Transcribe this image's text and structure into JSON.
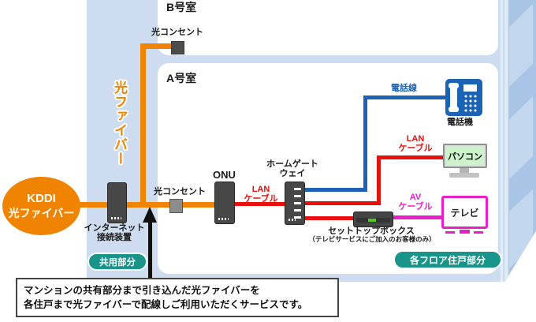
{
  "colors": {
    "orange": "#f08300",
    "red": "#e8100c",
    "blue": "#1b63b8",
    "magenta": "#e820c8",
    "teal": "#18948a",
    "building-face": "#cdddef",
    "building-side": "#a9c5e5",
    "building-side-window": "#c3d7ee",
    "device-dark": "#474747",
    "phone-blue": "#1b63b5",
    "pc-screen-green": "#cdf3cd",
    "led-green": "#55c61c"
  },
  "source": {
    "line1": "KDDI",
    "line2": "光ファイバー"
  },
  "rooms": {
    "b": "B号室",
    "a": "A号室"
  },
  "shaft": {
    "fiber_vertical": "光ファイバー"
  },
  "labels": {
    "outlet_b": "光コンセント",
    "outlet_a": "光コンセント",
    "inet_device": "インターネット\n接続装置",
    "onu": "ONU",
    "home_gateway": "ホームゲート\nウェイ",
    "lan_cable_onu": "LAN\nケーブル",
    "phone_line": "電話線",
    "phone": "電話機",
    "lan_cable_pc": "LAN\nケーブル",
    "pc": "パソコン",
    "av_cable": "AV\nケーブル",
    "tv": "テレビ",
    "stb": "セットトップボックス",
    "stb_note": "（テレビサービスにご加入のお客様のみ）"
  },
  "badges": {
    "shared": "共用部分",
    "per_floor": "各フロア住戸部分"
  },
  "note": {
    "text": "マンションの共有部分まで引き込んだ光ファイバーを\n各住戸まで光ファイバーで配線しご利用いただくサービスです。"
  }
}
